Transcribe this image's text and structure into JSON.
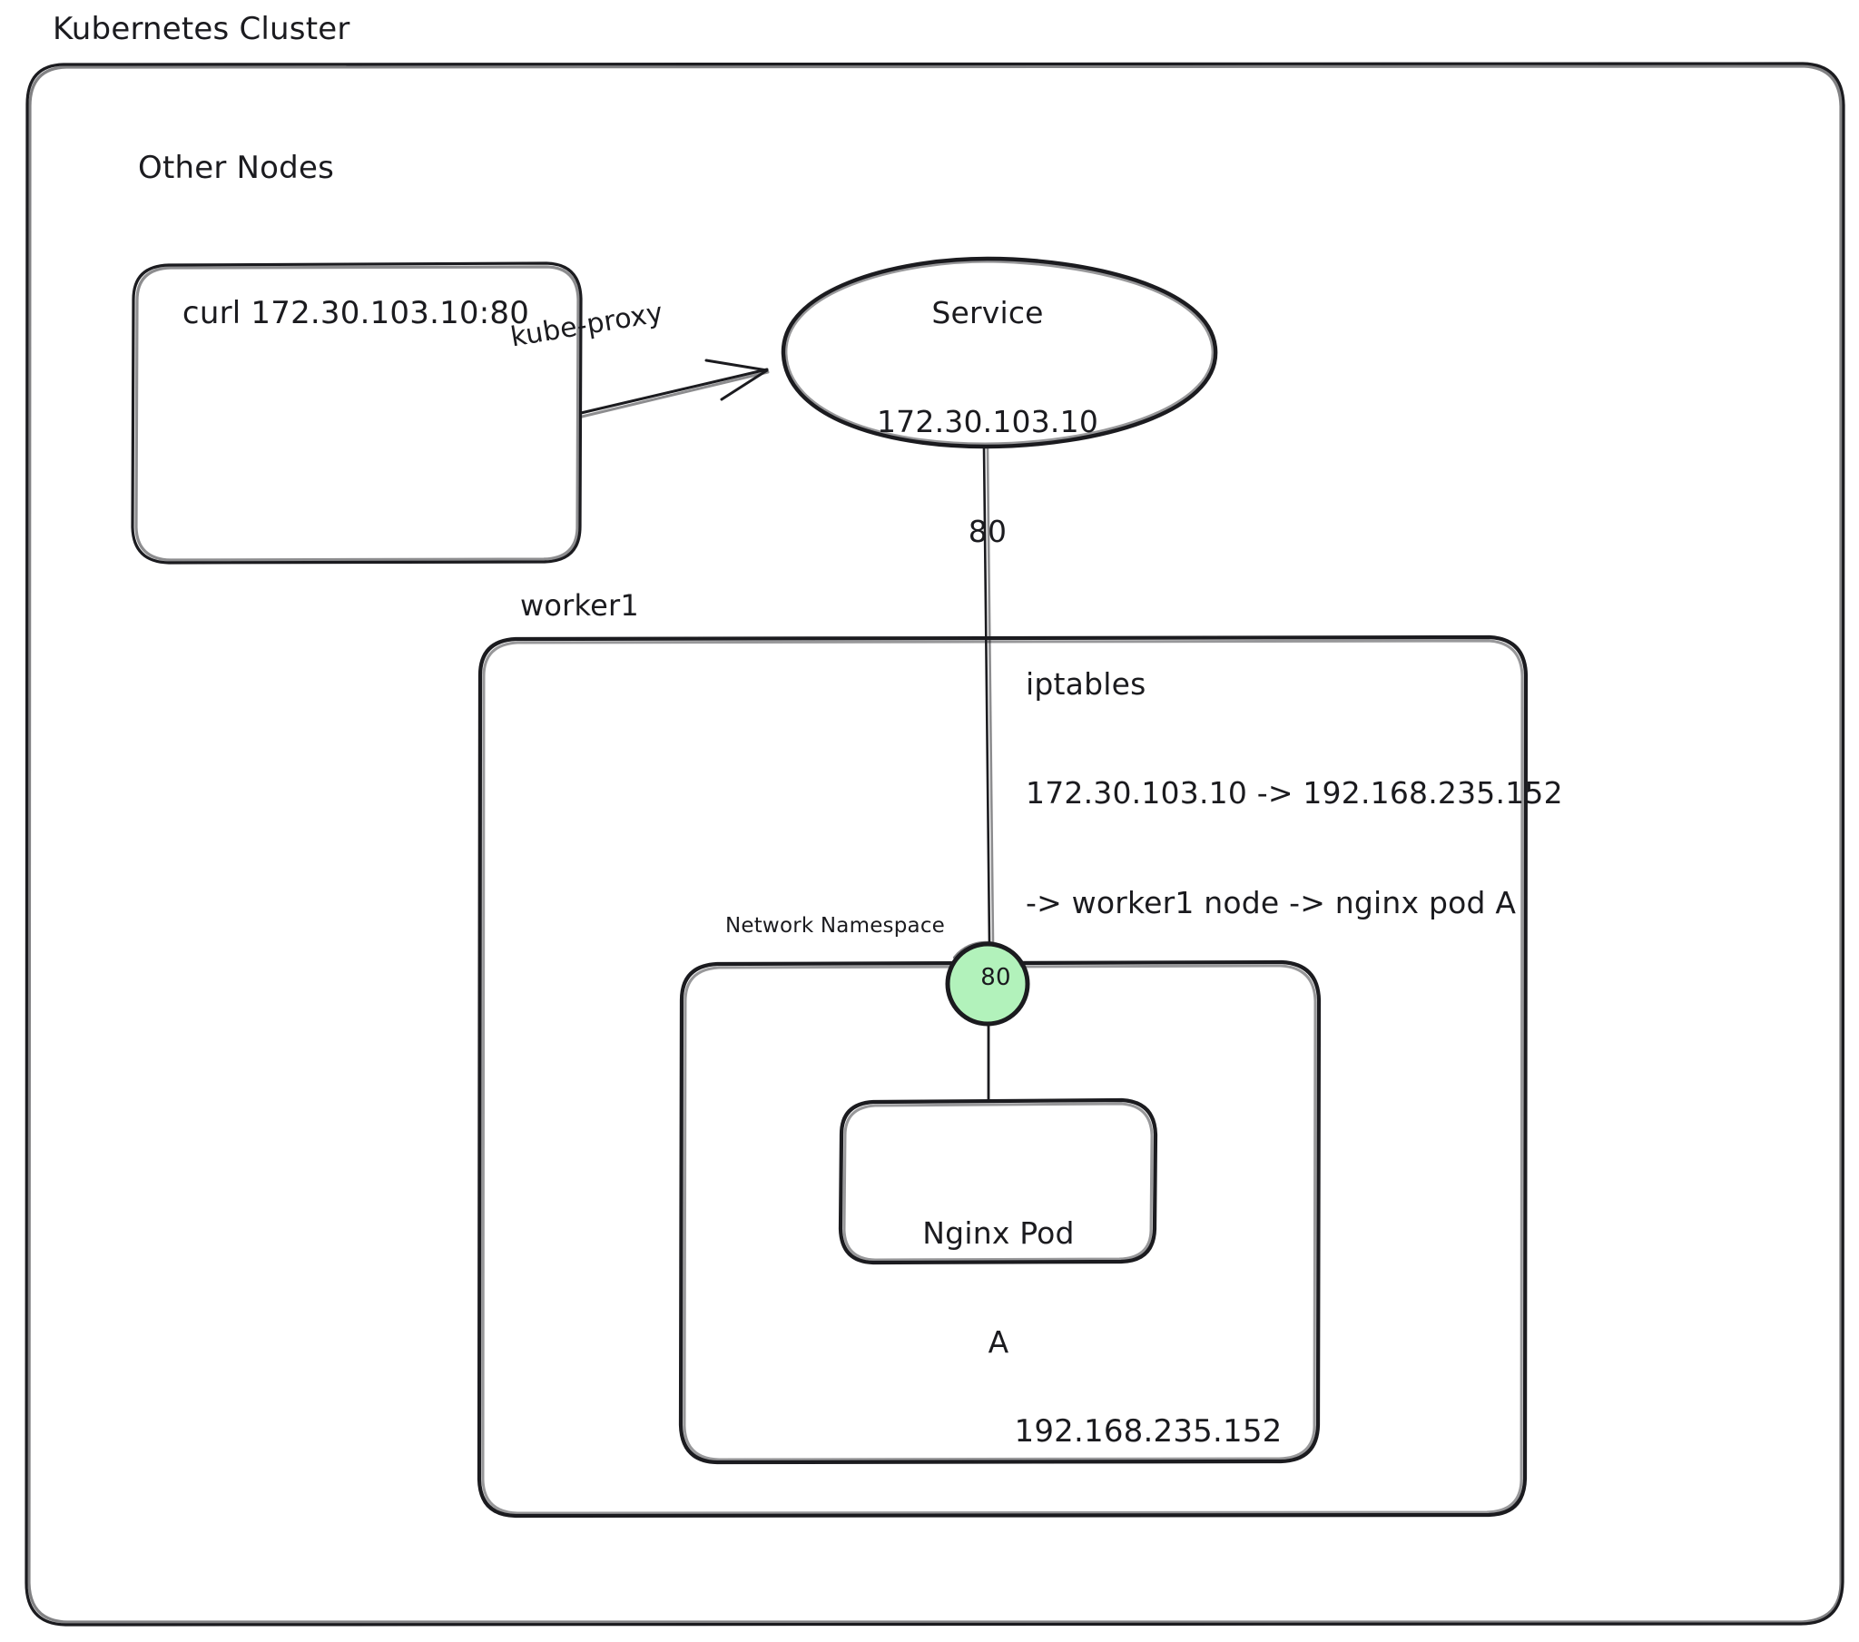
{
  "diagram": {
    "title": "Kubernetes Cluster",
    "colors": {
      "stroke": "#1b1b1f",
      "background": "#ffffff",
      "port_fill": "#b2f2bb",
      "text": "#1b1b1f"
    },
    "groups": {
      "cluster": {
        "label": "Kubernetes Cluster"
      },
      "other_nodes": {
        "label": "Other Nodes",
        "content": "curl 172.30.103.10:80"
      },
      "worker1": {
        "label": "worker1"
      },
      "network_namespace": {
        "label": "Network Namespace",
        "pod_ip": "192.168.235.152"
      }
    },
    "nodes": {
      "service": {
        "shape": "ellipse",
        "line1": "Service",
        "line2": "172.30.103.10",
        "line3": "80"
      },
      "port": {
        "shape": "circle",
        "label": "80"
      },
      "nginx_pod": {
        "line1": "Nginx Pod",
        "line2": "A"
      }
    },
    "edges": {
      "kube_proxy": {
        "label": "kube-proxy",
        "arrow": true
      },
      "iptables": {
        "line1": "iptables",
        "line2": "172.30.103.10 -> 192.168.235.152",
        "line3": "-> worker1 node -> nginx pod A",
        "arrow": false
      },
      "port_to_pod": {
        "label": "",
        "arrow": false
      }
    }
  }
}
